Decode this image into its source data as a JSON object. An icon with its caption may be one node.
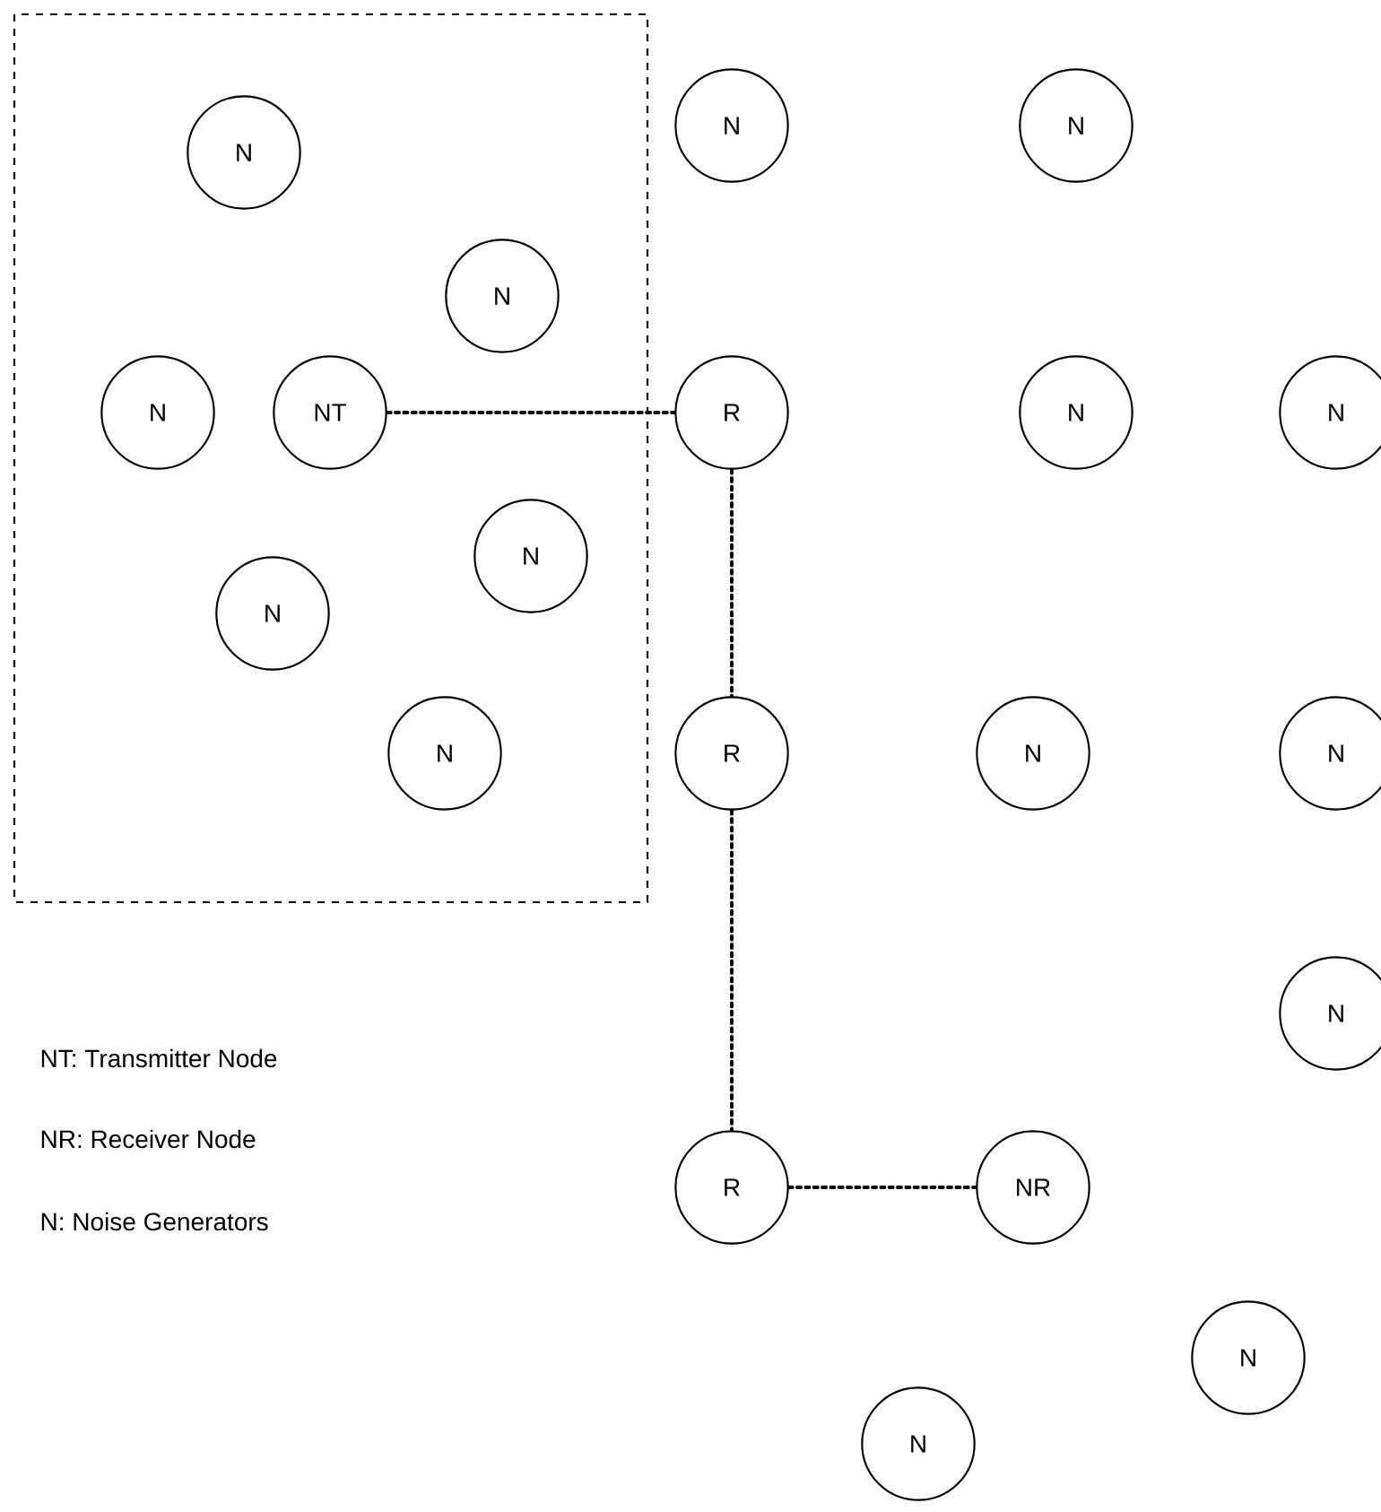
{
  "diagram": {
    "nodes": [
      {
        "text": [],
        "shape": "box"
      },
      {
        "text": [
          "N"
        ],
        "in": 0
      },
      {
        "text": [
          "N"
        ]
      },
      {
        "text": [
          "N"
        ]
      },
      {
        "text": [
          "N"
        ],
        "in": 0
      },
      {
        "text": [
          "N"
        ],
        "in": 0
      },
      {
        "text": [
          "NT"
        ],
        "in": 0
      },
      {
        "text": [
          "R"
        ]
      },
      {
        "text": [
          "N"
        ]
      },
      {
        "text": [
          "N"
        ]
      },
      {
        "text": [
          "N"
        ],
        "in": 0
      },
      {
        "text": [
          "N"
        ],
        "in": 0
      },
      {
        "text": [
          "N"
        ],
        "in": 0
      },
      {
        "text": [
          "R"
        ]
      },
      {
        "text": [
          "N"
        ]
      },
      {
        "text": [
          "N"
        ]
      },
      {
        "text": [
          "N"
        ]
      },
      {
        "text": [
          "R"
        ]
      },
      {
        "text": [
          "NR"
        ]
      },
      {
        "text": [
          "N"
        ]
      },
      {
        "text": [
          "N"
        ]
      }
    ],
    "edges": [
      {
        "from": 6,
        "to": 7,
        "arrow": "none"
      },
      {
        "from": 7,
        "to": 13,
        "arrow": "none"
      },
      {
        "from": 13,
        "to": 17,
        "arrow": "none"
      },
      {
        "from": 17,
        "to": 18,
        "arrow": "none"
      }
    ],
    "labels": [
      "NT: Transmitter Node",
      "NR: Receiver Node",
      "N: Noise Generators"
    ]
  }
}
